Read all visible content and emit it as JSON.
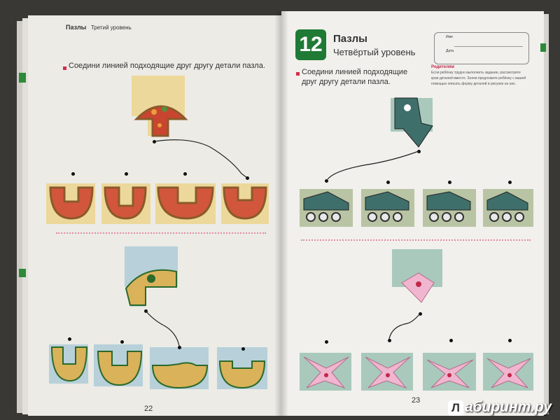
{
  "left_page": {
    "header_title": "Пазлы",
    "header_level": "Третий уровень",
    "instruction": "Соедини линией подходящие друг другу детали пазла.",
    "page_number": "22"
  },
  "right_page": {
    "badge_number": "12",
    "title": "Пазлы",
    "level": "Четвёртый уровень",
    "instruction_line1": "Соедини линией подходящие",
    "instruction_line2": "друг другу детали пазла.",
    "name_label": "Имя",
    "date_label": "Дата",
    "parents_label": "Родителям",
    "parents_line1": "Если ребёнку трудно выполнить задание, рассмотрите",
    "parents_line2": "края деталей вместе. Затем предложите ребёнку с вашей",
    "parents_line3": "помощью описать форму деталей и рисунки на них.",
    "page_number": "23"
  },
  "watermark": {
    "logo_letter": "Л",
    "text": "абиринт.ру"
  },
  "colors": {
    "accent_green": "#1f7a36",
    "bullet_red": "#d62b4e",
    "divider_pink": "#e48aa6",
    "tile_yellow": "#ecd89a",
    "tile_blue": "#b7d0d9",
    "tile_sage": "#b9c4a4",
    "tile_mint": "#a8c9bc"
  }
}
